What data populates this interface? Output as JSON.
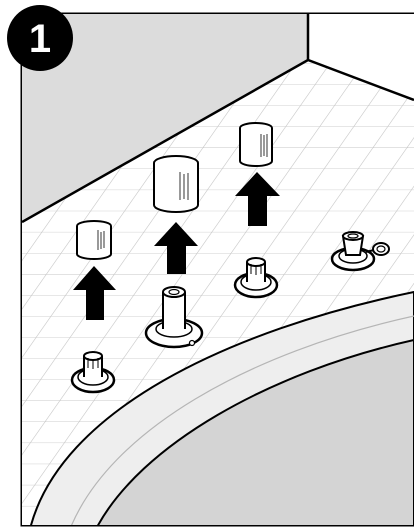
{
  "step": {
    "number": "1"
  },
  "colors": {
    "wall": "#dcdcdc",
    "tile_floor": "#ffffff",
    "tile_grout": "#c7c7c7",
    "tub_interior": "#d6d6d6",
    "tub_rim": "#ececec",
    "outline": "#000000",
    "arrow": "#000000",
    "badge": "#000000",
    "badge_text": "#ffffff"
  },
  "parts": [
    {
      "name": "left-spout-cover",
      "icon": "cylinder-cap-icon",
      "action": "lift-off"
    },
    {
      "name": "center-spout-cover",
      "icon": "cylinder-cap-icon",
      "action": "lift-off"
    },
    {
      "name": "right-valve-cover",
      "icon": "cylinder-cap-icon",
      "action": "lift-off"
    }
  ]
}
